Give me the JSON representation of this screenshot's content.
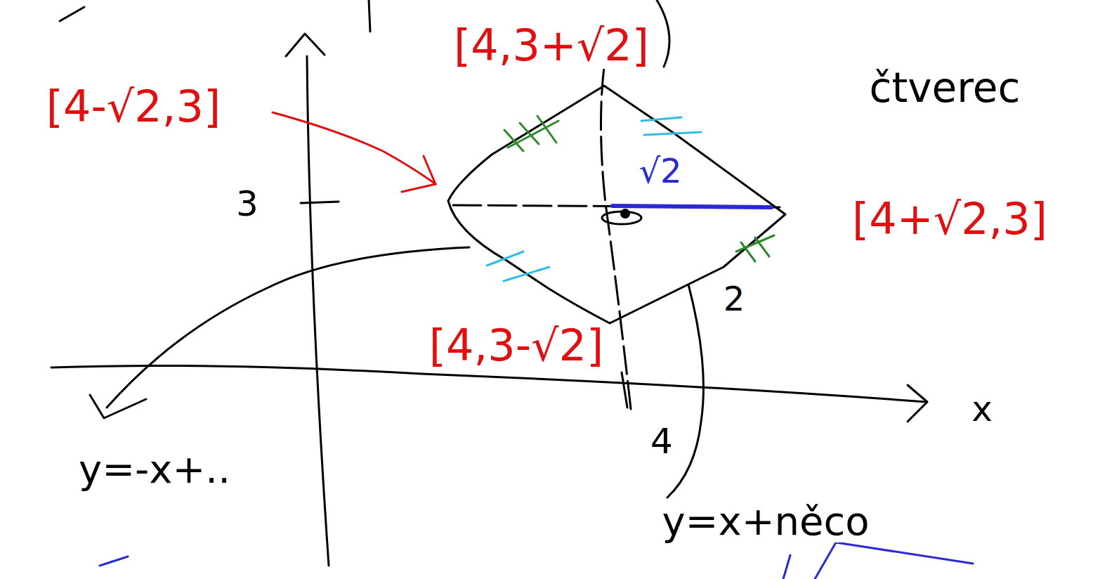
{
  "diagram": {
    "labels": [
      "[4,3+√2]",
      "[4-√2,3]",
      "[4+√2,3]",
      "[4,3-√2]",
      "čtverec",
      "√2",
      "3",
      "4",
      "x",
      "2",
      "y=-x+..",
      "y=x+něco"
    ]
  }
}
